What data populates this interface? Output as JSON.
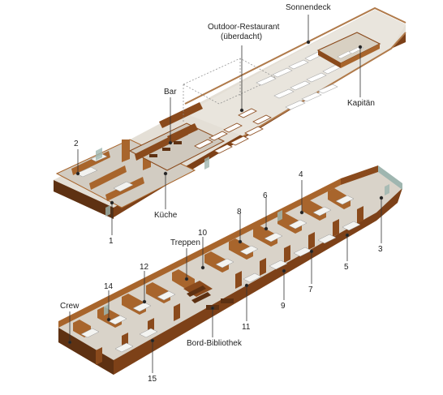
{
  "diagram": {
    "labels": {
      "sonnendeck": "Sonnendeck",
      "outdoor_line1": "Outdoor-Restaurant",
      "outdoor_line2": "(überdacht)",
      "bar": "Bar",
      "kapitaen": "Kapitän",
      "kueche": "Küche",
      "treppen": "Treppen",
      "crew": "Crew",
      "bibliothek": "Bord-Bibliothek"
    },
    "cabins": [
      "1",
      "2",
      "3",
      "4",
      "5",
      "6",
      "7",
      "8",
      "9",
      "10",
      "11",
      "12",
      "14",
      "15"
    ],
    "colors": {
      "hull": "#8a4a1c",
      "hull_dark": "#5e3112",
      "wall": "#a8652c",
      "floor": "#d9d3c9",
      "floor_upper": "#e4dfd6",
      "furniture": "#f2f2ef",
      "glass": "#9fb6b0",
      "railing": "#b07a4a",
      "leader": "#333333"
    }
  }
}
